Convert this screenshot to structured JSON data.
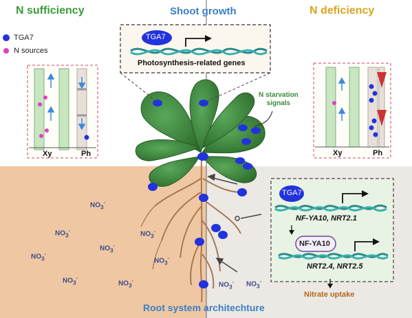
{
  "headers": {
    "n_sufficiency": "N sufficiency",
    "shoot_growth": "Shoot growth",
    "n_deficiency": "N deficiency",
    "root_system": "Root system architechture"
  },
  "legend": {
    "tga7": "TGA7",
    "n_sources": "N sources",
    "tga7_color": "#2233dd",
    "n_sources_color": "#e040c0"
  },
  "top_box": {
    "tga7_label": "TGA7",
    "genes": "Photosynthesis-related genes"
  },
  "left_inset": {
    "xy": "Xy",
    "ph": "Ph"
  },
  "right_inset": {
    "xy": "Xy",
    "ph": "Ph"
  },
  "n_starvation": [
    "N starvation",
    "signals"
  ],
  "right_box": {
    "tga7_label": "TGA7",
    "genes1": "NF-YA10, NRT2.1",
    "nfya10_label": "NF-YA10",
    "genes2": "NRT2.4, NRT2.5"
  },
  "nitrate_uptake": "Nitrate uptake",
  "nitrate": {
    "base": "NO",
    "sub": "3",
    "sup": "-"
  },
  "colors": {
    "soil_left": "#f0c7a3",
    "soil_right": "#ece8e4",
    "leaf": "#3e8a3e",
    "accent_green": "#3a9a3a",
    "accent_blue": "#3a7fc4",
    "accent_gold": "#d9a320",
    "tga7_blue": "#2233dd"
  }
}
